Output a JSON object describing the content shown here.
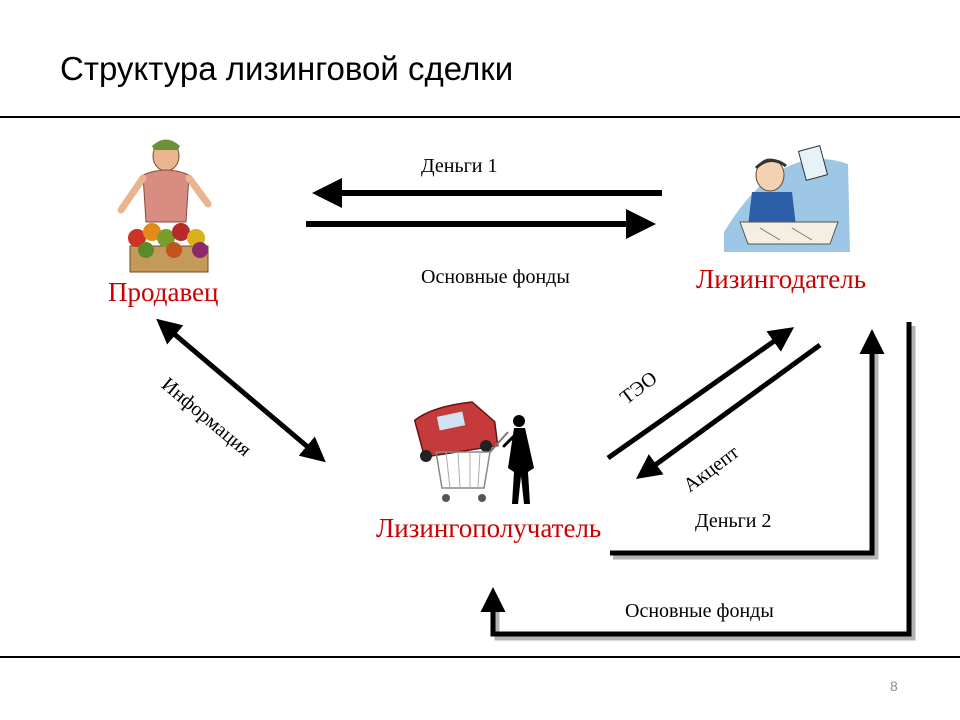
{
  "slide": {
    "title": "Структура лизинговой сделки",
    "page_number": "8"
  },
  "parties": {
    "seller": "Продавец",
    "lessor": "Лизингодатель",
    "lessee": "Лизингополучатель"
  },
  "flows": {
    "money1": "Деньги 1",
    "fixed_assets_top": "Основные фонды",
    "information": "Информация",
    "teo": "ТЭО",
    "accept": "Акцепт",
    "money2": "Деньги 2",
    "fixed_assets_bottom": "Основные фонды"
  },
  "colors": {
    "party_text": "#cc0000",
    "arrow": "#000000",
    "arrow_shadow": "#b3b3b3",
    "page_number": "#8c8c8c"
  },
  "icons": {
    "seller": "vegetable-seller-illustration",
    "lessor": "person-at-desk-illustration",
    "lessee": "person-with-car-in-cart-illustration"
  }
}
